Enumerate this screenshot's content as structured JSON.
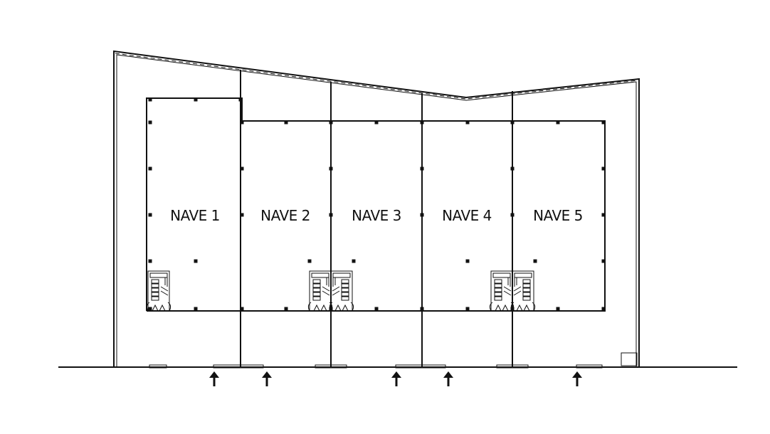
{
  "naves": [
    {
      "label": "NAVE 1"
    },
    {
      "label": "NAVE 2"
    },
    {
      "label": "NAVE 3"
    },
    {
      "label": "NAVE 4"
    },
    {
      "label": "NAVE 5"
    }
  ],
  "colors": {
    "line": "#111111",
    "background": "#ffffff"
  },
  "icons": {
    "entrance": "arrow-up-icon",
    "stairs": "stair-icon"
  }
}
